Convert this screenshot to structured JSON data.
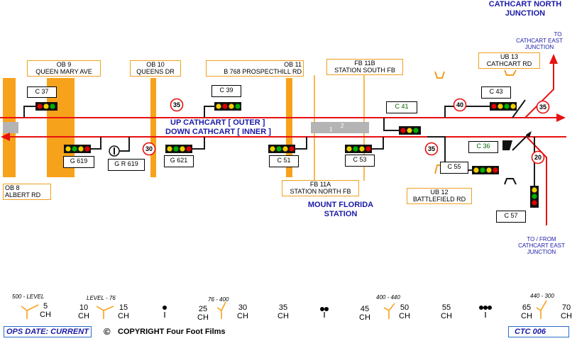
{
  "junctions": {
    "cathcart_north_line1": "CATHCART NORTH",
    "cathcart_north_line2": "JUNCTION",
    "to_east_line1": "TO",
    "to_east_line2": "CATHCART EAST",
    "to_east_line3": "JUNCTION",
    "to_from_line1": "TO / FROM",
    "to_from_line2": "CATHCART EAST",
    "to_from_line3": "JUNCTION"
  },
  "lines": {
    "up": "UP CATHCART [ OUTER ]",
    "down": "DOWN CATHCART [ INNER ]"
  },
  "station": {
    "line1": "MOUNT FLORIDA",
    "line2": "STATION",
    "platform1": "1",
    "platform2": "2"
  },
  "structures": {
    "ob9_code": "OB 9",
    "ob9_name": "QUEEN MARY AVE",
    "ob10_code": "OB 10",
    "ob10_name": "QUEENS DR",
    "ob11_code": "OB 11",
    "ob11_name": "B 768 PROSPECTHILL RD",
    "fb11b_code": "FB 11B",
    "fb11b_name": "STATION SOUTH FB",
    "ub13_code": "UB 13",
    "ub13_name": "CATHCART RD",
    "ob8_code": "OB 8",
    "ob8_name": "ALBERT RD",
    "fb11a_code": "FB 11A",
    "fb11a_name": "STATION NORTH FB",
    "ub12_code": "UB 12",
    "ub12_name": "BATTLEFIELD RD"
  },
  "signals": {
    "c37": "C 37",
    "c39": "C 39",
    "c41": "C 41",
    "c43": "C 43",
    "c36": "C 36",
    "c55": "C 55",
    "c57": "C 57",
    "g619": "G 619",
    "gr619": "G R 619",
    "g621": "G 621",
    "c51": "C 51",
    "c53": "C 53"
  },
  "speeds": {
    "s35a": "35",
    "s30": "30",
    "s40": "40",
    "s35b": "35",
    "s35c": "35",
    "s20": "20"
  },
  "gradients": {
    "g1": "500 - LEVEL",
    "g2": "LEVEL - 76",
    "g3": "76 - 400",
    "g4": "400 - 440",
    "g5": "440 - 300"
  },
  "chains": {
    "m5": "5",
    "m10": "10",
    "m15": "15",
    "m25": "25",
    "m30": "30",
    "m35": "35",
    "m45": "45",
    "m50": "50",
    "m55": "55",
    "m65": "65",
    "m70": "70",
    "ch": "CH"
  },
  "footer": {
    "ops_date": "OPS DATE: CURRENT",
    "copyright_symbol": "©",
    "copyright": "COPYRIGHT Four Foot Films",
    "ctc": "CTC 006"
  },
  "colors": {
    "track": "#e81010",
    "bridge": "#f7a21b",
    "text_blue": "#1a1aa8",
    "signal_red": "#e00000",
    "signal_yellow": "#f0d000",
    "signal_green": "#00b000"
  }
}
